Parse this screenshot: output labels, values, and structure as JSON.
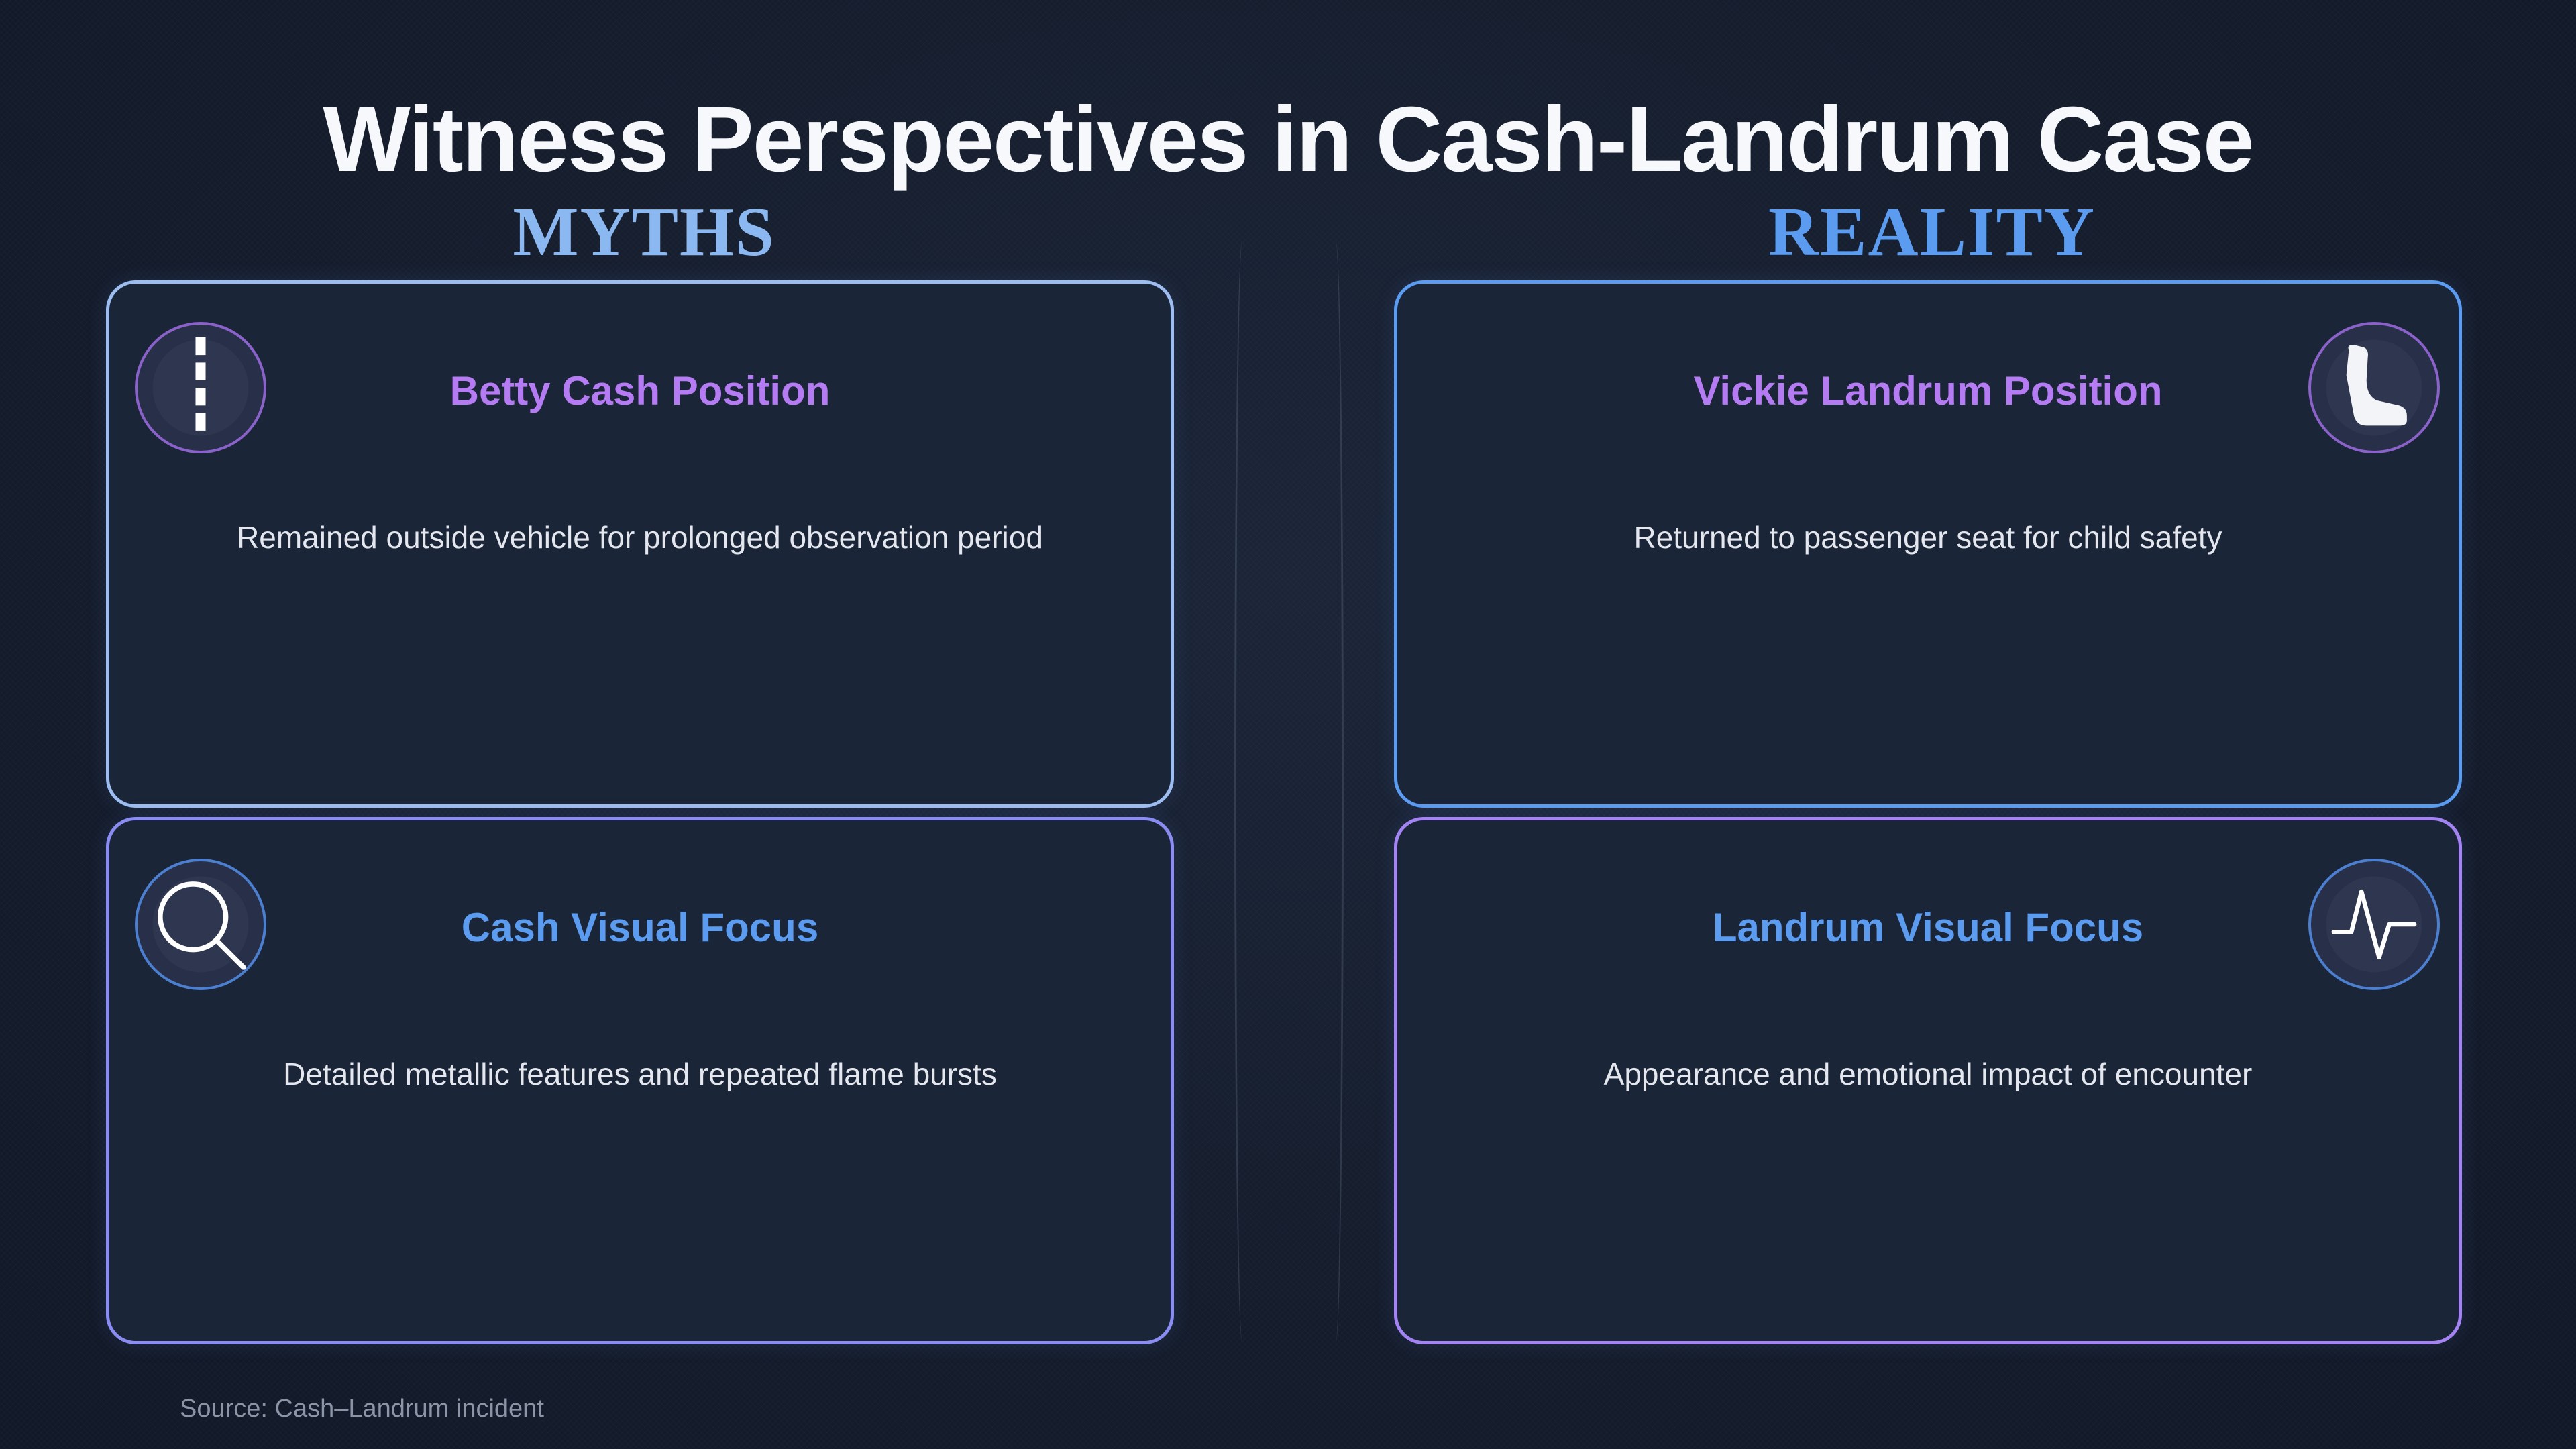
{
  "slide": {
    "title": "Witness Perspectives in Cash-Landrum Case",
    "source": "Source: Cash–Landrum incident"
  },
  "columns": {
    "left_heading": "MYTHS",
    "right_heading": "REALITY"
  },
  "cards": [
    {
      "title": "Betty Cash Position",
      "text": "Remained outside vehicle for prolonged observation period",
      "icon": "road-icon"
    },
    {
      "title": "Vickie Landrum Position",
      "text": "Returned to passenger seat for child safety",
      "icon": "car-seat-icon"
    },
    {
      "title": "Cash Visual Focus",
      "text": "Detailed metallic features and repeated flame bursts",
      "icon": "magnifier-icon"
    },
    {
      "title": "Landrum Visual Focus",
      "text": "Appearance and emotional impact of encounter",
      "icon": "pulse-icon"
    }
  ],
  "colors": {
    "background": "#151d2d",
    "card_fill": "#1b2538",
    "accent_purple": "#b57bf2",
    "accent_blue": "#5b9cf0",
    "myths_heading": "#8cb8f2"
  }
}
